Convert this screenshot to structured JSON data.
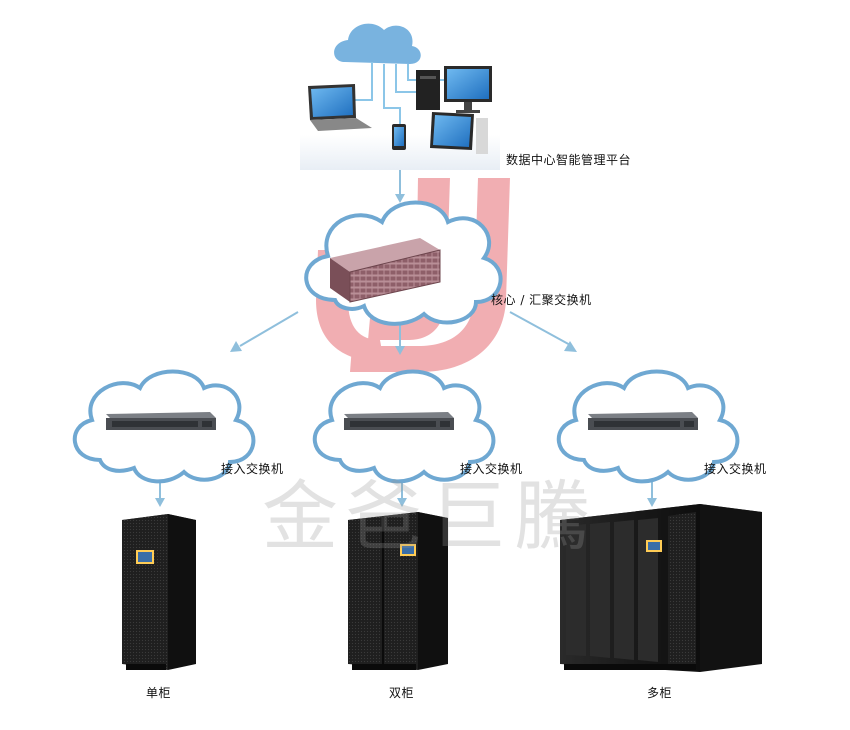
{
  "diagram": {
    "platform_label": "数据中心智能管理平台",
    "core_label": "核心 / 汇聚交换机",
    "access_labels": [
      "接入交换机",
      "接入交换机",
      "接入交换机"
    ],
    "cabinet_labels": [
      "单柜",
      "双柜",
      "多柜"
    ]
  },
  "watermark": {
    "text": "金爸巨騰",
    "logo_color": "#e0404a"
  },
  "colors": {
    "arrow": "#8fbfdc",
    "cloud_stroke": "#6fa8d2",
    "cloud_fill": "#ffffff",
    "cabinet": "#1e1e1e",
    "switch": "#4a4d52",
    "router": "#b78f96"
  },
  "icons": [
    "cloud-icon",
    "laptop-icon",
    "desktop-monitor-icon",
    "pc-tower-icon",
    "tablet-icon",
    "phone-icon",
    "core-router-icon",
    "switch-icon",
    "cabinet-icon"
  ]
}
